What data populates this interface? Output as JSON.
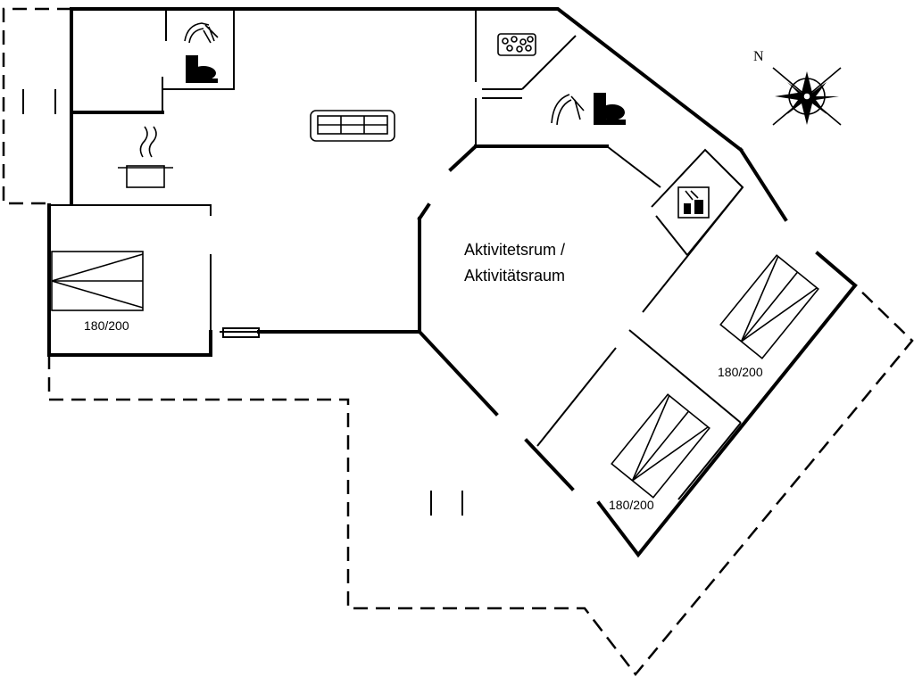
{
  "compass": {
    "label": "N"
  },
  "rooms": {
    "activity_line1": "Aktivitetsrum /",
    "activity_line2": "Aktivitätsraum"
  },
  "beds": [
    {
      "label": "180/200"
    },
    {
      "label": "180/200"
    },
    {
      "label": "180/200"
    }
  ],
  "icons": [
    "shower-icon",
    "toilet-icon",
    "sofa-icon",
    "cooking-pot-icon",
    "bathtub-icon",
    "sauna-icon",
    "compass-icon",
    "bed-icon"
  ]
}
